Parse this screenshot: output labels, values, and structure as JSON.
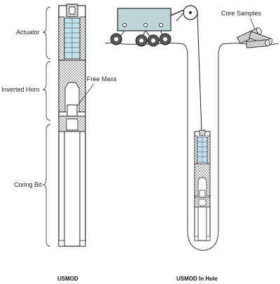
{
  "labels": {
    "actuator": "Actuator",
    "inverted_horn": "Inverted Horn",
    "free_mass": "Free Mass",
    "coring_bit": "Coring Bit",
    "core_samples": "Core Samples"
  },
  "captions": {
    "left": "USMOD",
    "right": "USMOD In Hole"
  },
  "colors": {
    "piezo_stack": "#bfe3ec",
    "rover_body": "#bcd6da",
    "outline": "#222222",
    "hatch": "#555555"
  }
}
